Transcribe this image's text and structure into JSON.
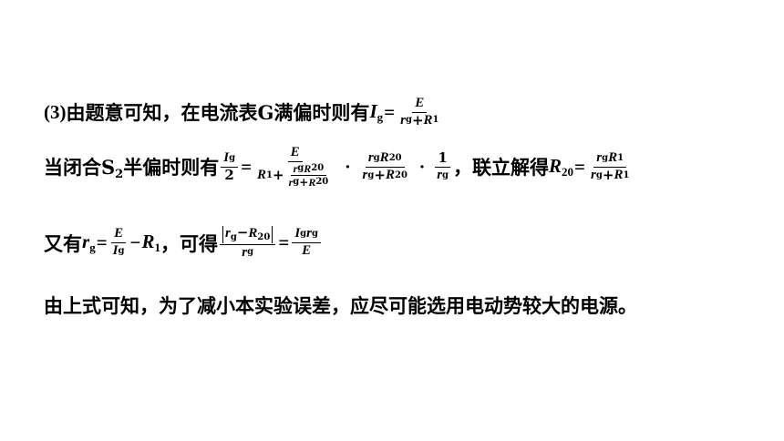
{
  "line1": {
    "label": "(3)",
    "text": "由题意可知，在电流表G满偏时则有"
  },
  "line2": {
    "text": "当闭合S",
    "sub2": "2",
    "text2": "半偏时则有",
    "text3": "，联立解得"
  },
  "line3": {
    "text": "又有",
    "text2": "，可得"
  },
  "line4": {
    "text": "由上式可知，为了减小本实验误差，应尽可能选用电动势较大的电源。"
  },
  "symbols": {
    "E": "E",
    "I": "I",
    "g": "g",
    "r": "r",
    "R": "R",
    "one": "1",
    "twenty": "20",
    "two": "2",
    "plus": "+",
    "minus": "−",
    "eq": "=",
    "dot": "·"
  }
}
